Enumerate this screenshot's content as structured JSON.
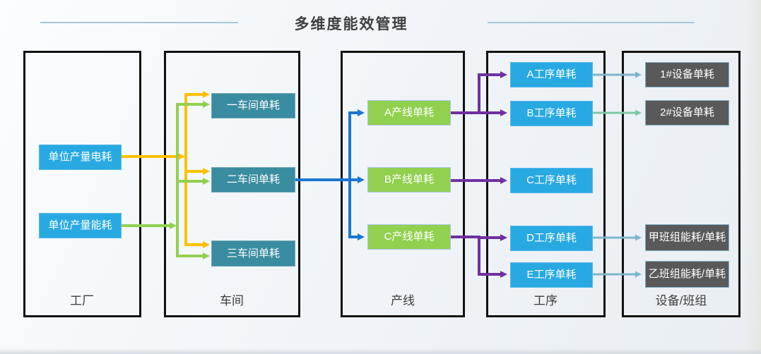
{
  "title": "多维度能效管理",
  "colors": {
    "factory_node": "#29a9e2",
    "workshop_node": "#3a8ca0",
    "prodline_node": "#92d050",
    "process_node": "#29a9e2",
    "device_node": "#595959",
    "arrow_electric": "#ffc000",
    "arrow_energy": "#92d050",
    "arrow_workshop_to_line": "#1b76d1",
    "arrow_line_to_process": "#7030a0",
    "arrow_process_to_device_blue": "#7fb6cc",
    "arrow_process_to_device_green": "#7fc9a5",
    "column_border": "#111111",
    "title_text": "#3f3f3f",
    "deco_line": "#a5c9d8"
  },
  "columns": [
    {
      "label": "工厂",
      "items": [
        "单位产量电耗",
        "单位产量能耗"
      ]
    },
    {
      "label": "车间",
      "items": [
        "一车间单耗",
        "二车间单耗",
        "三车间单耗"
      ]
    },
    {
      "label": "产线",
      "items": [
        "A产线单耗",
        "B产线单耗",
        "C产线单耗"
      ]
    },
    {
      "label": "工序",
      "items": [
        "A工序单耗",
        "B工序单耗",
        "C工序单耗",
        "D工序单耗",
        "E工序单耗"
      ]
    },
    {
      "label": "设备/班组",
      "items": [
        "1#设备单耗",
        "2#设备单耗",
        "甲班组能耗/单耗",
        "乙班组能耗/单耗"
      ]
    }
  ]
}
